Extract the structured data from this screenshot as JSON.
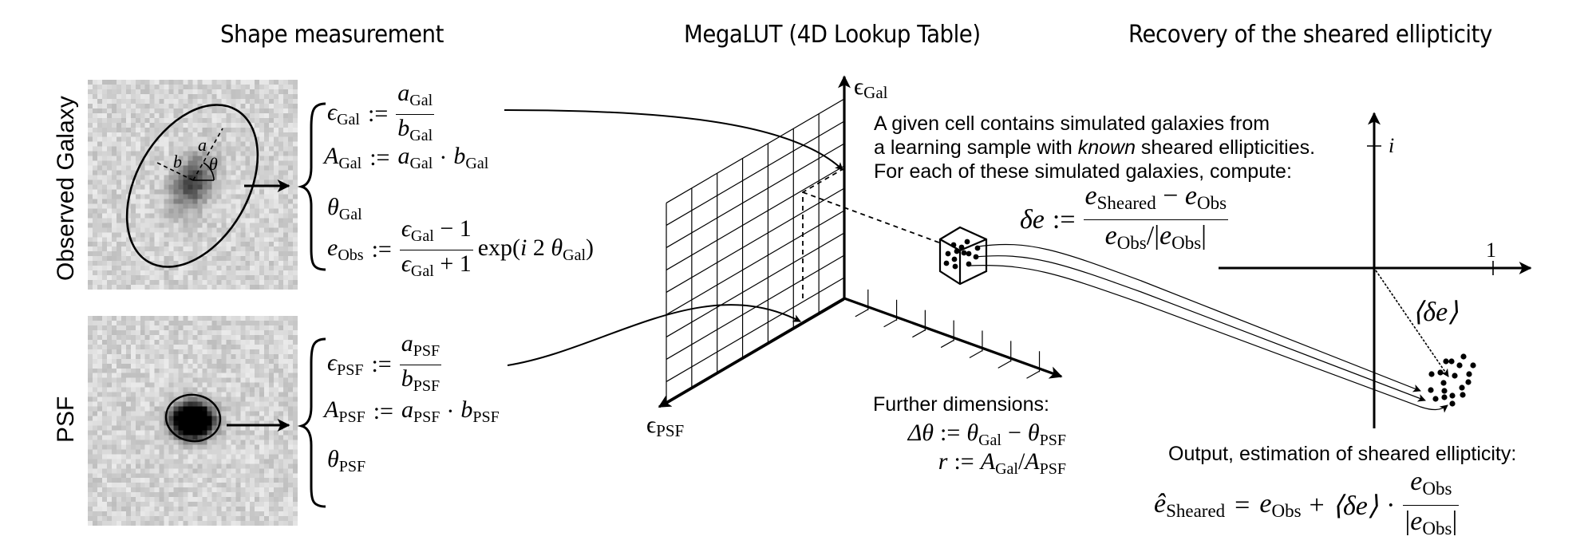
{
  "sections": {
    "shape_measurement": "Shape measurement",
    "megalut": "MegaLUT (4D Lookup Table)",
    "recovery": "Recovery of the sheared ellipticity"
  },
  "row_labels": {
    "galaxy": "Observed Galaxy",
    "psf": "PSF"
  },
  "galaxy_annotations": {
    "a": "a",
    "b": "b",
    "theta": "θ"
  },
  "galaxy_equations": {
    "eps_lhs": "ϵ",
    "eps_sub": "Gal",
    "assign": ":=",
    "eps_num": "a",
    "eps_num_sub": "Gal",
    "eps_den": "b",
    "eps_den_sub": "Gal",
    "area_lhs": "A",
    "area_sub": "Gal",
    "area_a": "a",
    "area_a_sub": "Gal",
    "dot": "·",
    "area_b": "b",
    "area_b_sub": "Gal",
    "theta": "θ",
    "theta_sub": "Gal",
    "eobs_lhs": "e",
    "eobs_sub": "Obs",
    "eobs_num": "ϵ",
    "eobs_num_sub": "Gal",
    "eobs_num_tail": " − 1",
    "eobs_den": "ϵ",
    "eobs_den_sub": "Gal",
    "eobs_den_tail": " + 1",
    "eobs_exp": "exp(",
    "eobs_i": "i",
    "eobs_two": " 2 ",
    "eobs_theta": "θ",
    "eobs_theta_sub": "Gal",
    "eobs_close": ")"
  },
  "psf_equations": {
    "eps_lhs": "ϵ",
    "eps_sub": "PSF",
    "assign": ":=",
    "eps_num": "a",
    "eps_num_sub": "PSF",
    "eps_den": "b",
    "eps_den_sub": "PSF",
    "area_lhs": "A",
    "area_sub": "PSF",
    "area_a": "a",
    "area_a_sub": "PSF",
    "dot": "·",
    "area_b": "b",
    "area_b_sub": "PSF",
    "theta": "θ",
    "theta_sub": "PSF"
  },
  "lookup_table": {
    "axis_gal": {
      "sym": "ϵ",
      "sub": "Gal"
    },
    "axis_psf": {
      "sym": "ϵ",
      "sub": "PSF"
    },
    "grid_columns": 7,
    "grid_rows": 10,
    "further_dims_title": "Further dimensions:",
    "dim1": {
      "lhs": "Δθ",
      "assign": ":=",
      "t1": "θ",
      "t1_sub": "Gal",
      "minus": "−",
      "t2": "θ",
      "t2_sub": "PSF"
    },
    "dim2": {
      "lhs": "r",
      "assign": ":=",
      "a1": "A",
      "a1_sub": "Gal",
      "slash": "/",
      "a2": "A",
      "a2_sub": "PSF"
    }
  },
  "cell_description": {
    "line1": "A given cell contains simulated galaxies from",
    "line2_pre": "a learning sample with ",
    "line2_em": "known",
    "line2_post": " sheared ellipticities.",
    "line3": "For each of these simulated galaxies, compute:"
  },
  "delta_e_equation": {
    "lhs": "δe",
    "assign": ":=",
    "num_e1": "e",
    "num_e1_sub": "Sheared",
    "num_minus": " − ",
    "num_e2": "e",
    "num_e2_sub": "Obs",
    "den_e": "e",
    "den_e_sub": "Obs",
    "den_slash": "/|",
    "den_e2": "e",
    "den_e2_sub": "Obs",
    "den_bar": "|"
  },
  "complex_plane": {
    "imag_tick_label": "i",
    "real_tick_label": "1",
    "mean_label": "⟨δe⟩"
  },
  "output": {
    "title": "Output, estimation of sheared ellipticity:",
    "lhs": "ê",
    "lhs_sub": "Sheared",
    "eq": "=",
    "t1": "e",
    "t1_sub": "Obs",
    "plus": "+",
    "mean": "⟨δe⟩",
    "dot": "·",
    "num": "e",
    "num_sub": "Obs",
    "den_bar1": "|",
    "den": "e",
    "den_sub": "Obs",
    "den_bar2": "|"
  }
}
